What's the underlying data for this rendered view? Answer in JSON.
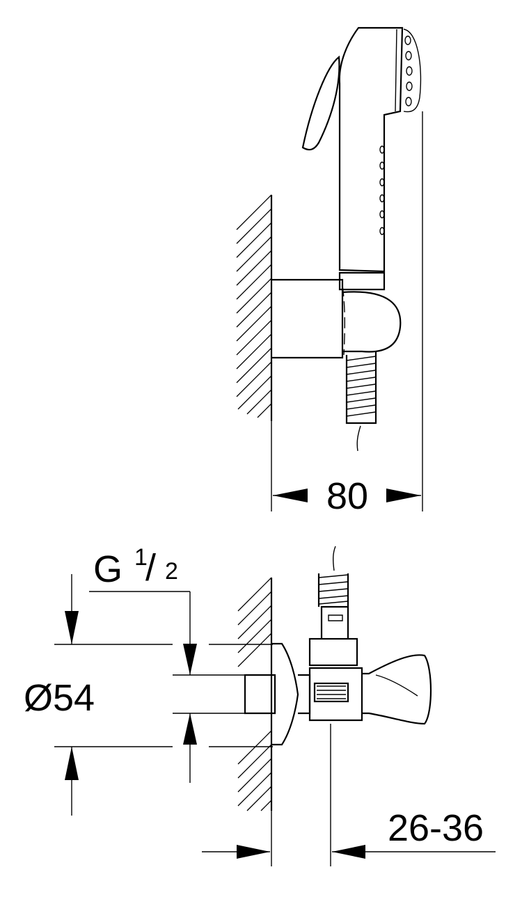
{
  "dimensions": {
    "width": "80",
    "thread_main": "G",
    "thread_num": "1",
    "thread_sep": "/",
    "thread_den": "2",
    "diameter": "Ø54",
    "adjust_range": "26-36"
  }
}
